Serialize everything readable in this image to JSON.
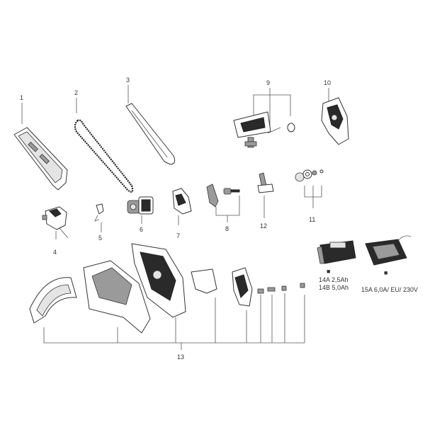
{
  "callouts": {
    "c1": "1",
    "c2": "2",
    "c3": "3",
    "c4": "4",
    "c5": "5",
    "c6": "6",
    "c7": "7",
    "c8": "8",
    "c9": "9",
    "c10": "10",
    "c11": "11",
    "c12": "12",
    "c13": "13"
  },
  "battery": {
    "bullet": "■",
    "line1": "14A  2,5Ah",
    "line2": "14B  5,0Ah"
  },
  "charger": {
    "bullet": "■",
    "line1": "15A  6,0A/ EU/ 230V"
  }
}
